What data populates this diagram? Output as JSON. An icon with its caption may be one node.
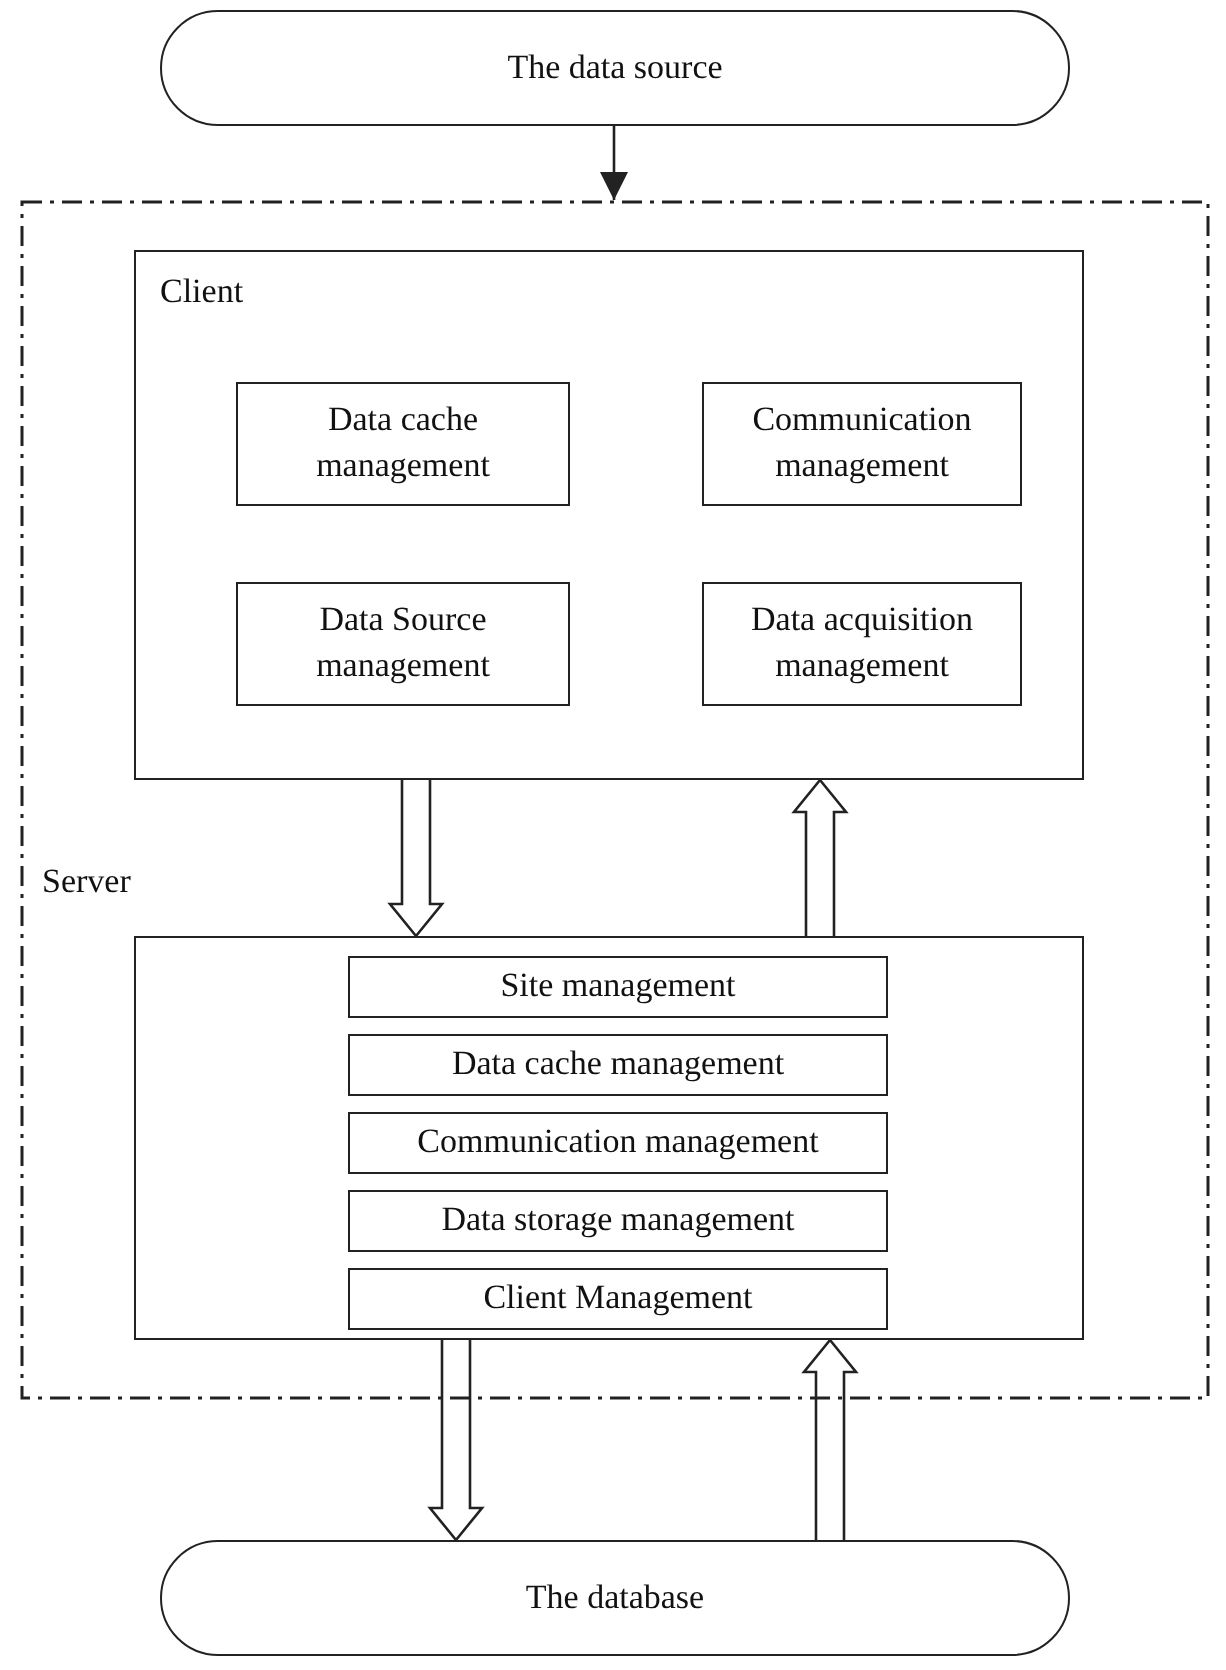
{
  "diagram": {
    "nodes": [
      {
        "text": [
          "The data source"
        ]
      },
      {
        "text": [],
        "shape": "box"
      },
      {
        "text": [
          "Client"
        ],
        "in": 1
      },
      {
        "text": [
          "Data cache management"
        ],
        "in": 2
      },
      {
        "text": [
          "Communication management"
        ],
        "in": 2
      },
      {
        "text": [
          "Data Source management"
        ],
        "in": 2
      },
      {
        "text": [
          "Data acquisition management"
        ],
        "in": 2
      },
      {
        "text": [
          "Server"
        ],
        "in": 1
      },
      {
        "text": [
          "Site management"
        ],
        "in": 7
      },
      {
        "text": [
          "Data cache management"
        ],
        "in": 7
      },
      {
        "text": [
          "Communication management"
        ],
        "in": 7
      },
      {
        "text": [
          "Data storage management"
        ],
        "in": 7
      },
      {
        "text": [
          "Client Management"
        ],
        "in": 7
      },
      {
        "text": [
          "The database"
        ]
      }
    ],
    "edges": [
      {
        "from": 0,
        "to": 1,
        "arrow": "to"
      },
      {
        "from": 7,
        "to": 2,
        "arrow": "to"
      },
      {
        "from": 2,
        "to": 7,
        "arrow": "to"
      },
      {
        "from": 7,
        "to": 13,
        "arrow": "to"
      },
      {
        "from": 13,
        "to": 7,
        "arrow": "to"
      }
    ]
  }
}
